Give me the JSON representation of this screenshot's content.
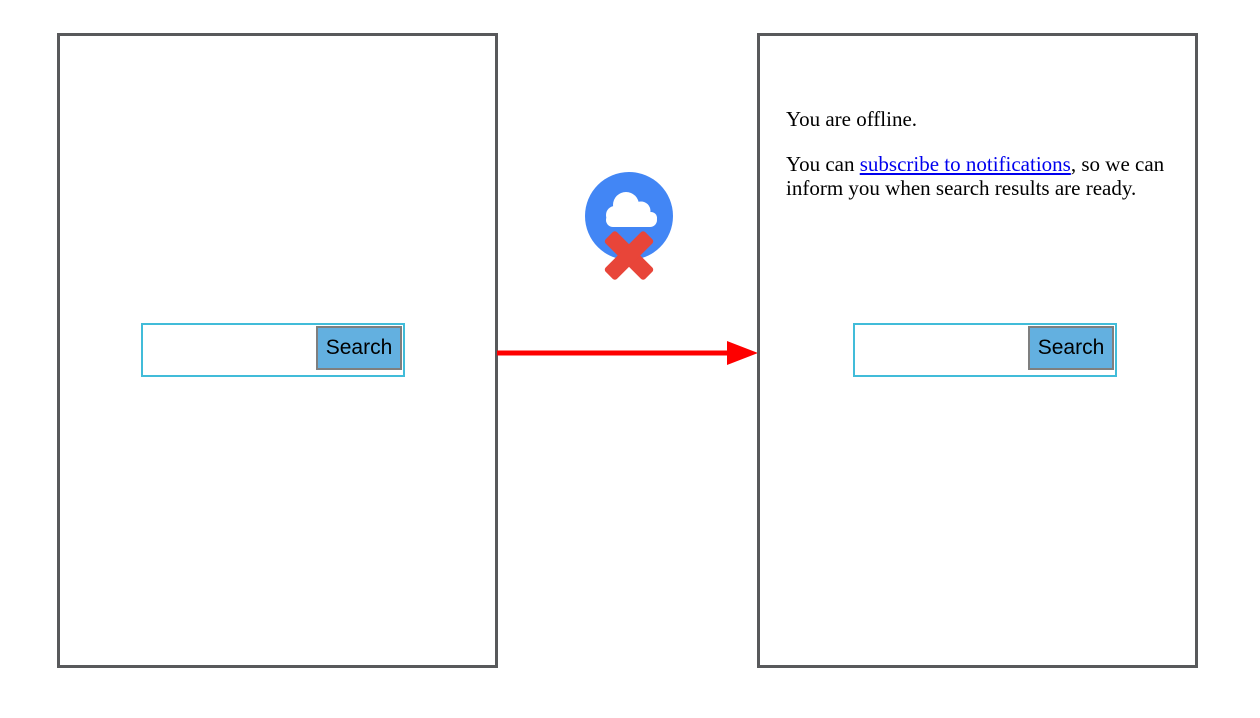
{
  "diagram": {
    "left_screen": {
      "search": {
        "input_value": "",
        "button_label": "Search"
      }
    },
    "right_screen": {
      "message": {
        "line1": "You are offline.",
        "line2_prefix": "You can ",
        "link_text": "subscribe to notifications",
        "line2_suffix": ", so we can inform you when search results are ready."
      },
      "search": {
        "input_value": "",
        "button_label": "Search"
      }
    },
    "icons": {
      "offline_cloud": "cloud with red X inside blue circle",
      "arrow": "red right arrow"
    },
    "colors": {
      "panel_border": "#58595b",
      "input_border": "#41bcd9",
      "button_bg": "#63b0e0",
      "button_border": "#7f7f7f",
      "arrow_red": "#fe0000",
      "circle_blue": "#4286f5",
      "x_red": "#e84539",
      "link_blue": "#0000ee"
    }
  }
}
